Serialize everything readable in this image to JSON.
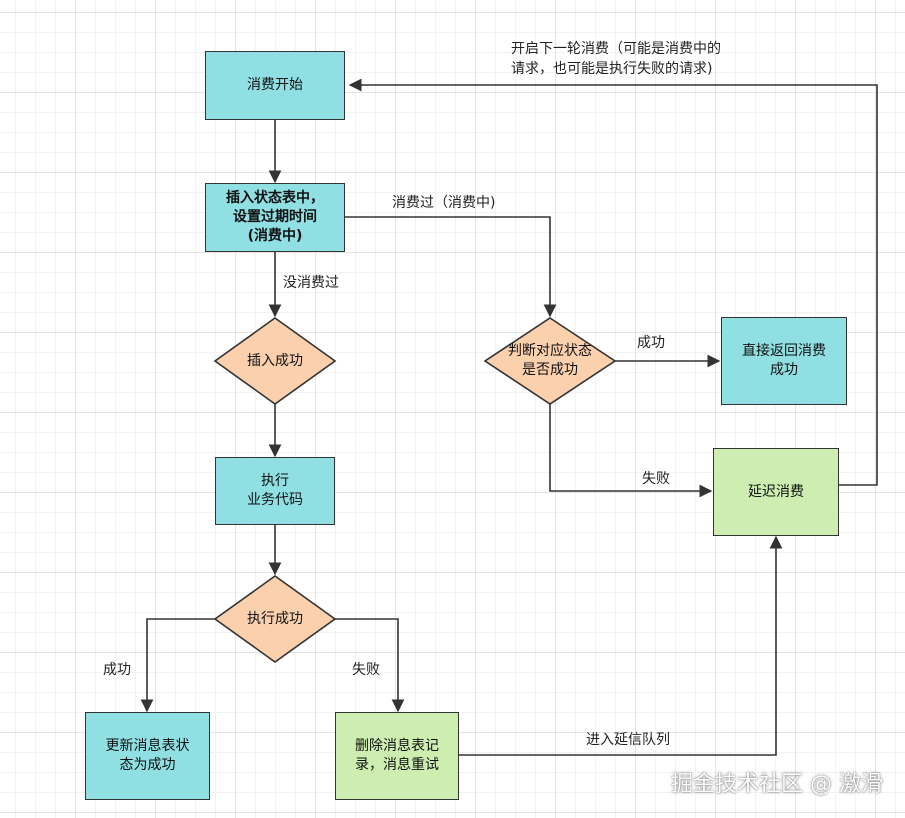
{
  "nodes": {
    "consume_start": "消费开始",
    "insert_status": "插入状态表中，\n设置过期时间\n(消费中)",
    "insert_success": "插入成功",
    "execute_business": "执行\n业务代码",
    "execute_success": "执行成功",
    "update_status": "更新消息表状\n态为成功",
    "delete_record": "删除消息表记\n录，消息重试",
    "judge_status": "判断对应状态\n是否成功",
    "return_success": "直接返回消费\n成功",
    "delay_consume": "延迟消费"
  },
  "edges": {
    "consumed": "消费过（消费中)",
    "not_consumed": "没消费过",
    "judge_success": "成功",
    "judge_fail": "失败",
    "exec_success": "成功",
    "exec_fail": "失败",
    "enter_delay_queue": "进入延信队列",
    "next_round_line1": "开启下一轮消费（可能是消费中的",
    "next_round_line2": "请求，也可能是执行失败的请求)"
  },
  "watermark": "掘金技术社区 @ 激滑",
  "colors": {
    "cyan_node": "#8fdfe3",
    "green_node": "#cdeeb0",
    "diamond": "#fad0ad",
    "line": "#333333"
  }
}
